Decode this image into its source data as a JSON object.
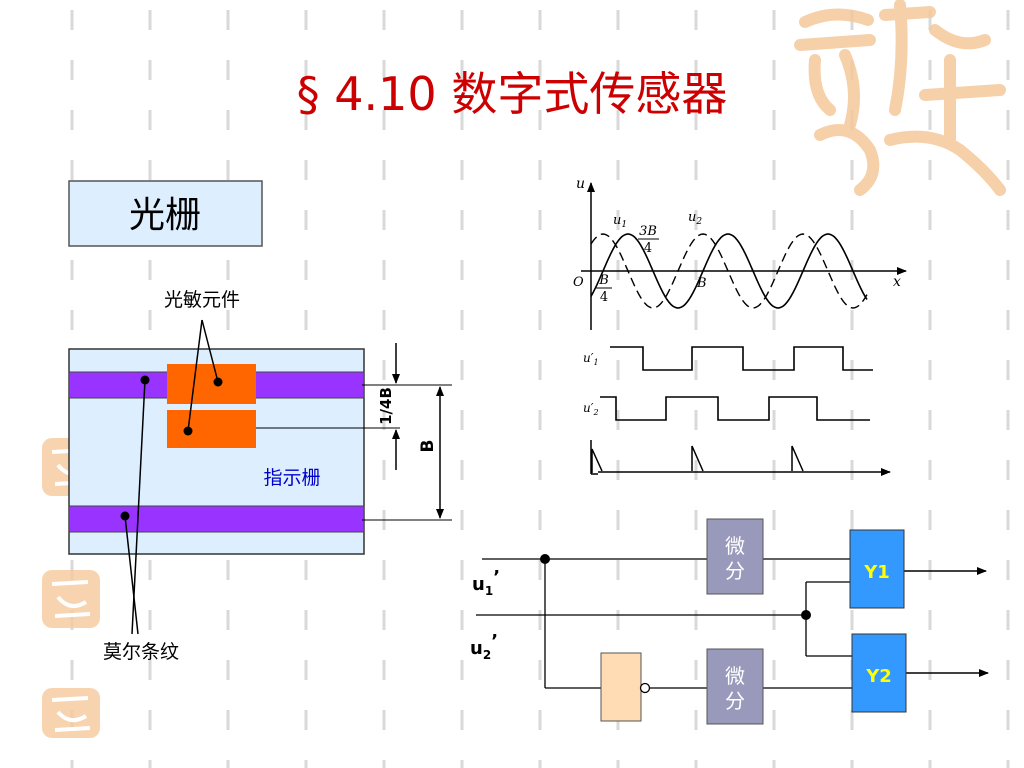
{
  "title": "§ 4.10 数字式传感器",
  "left": {
    "heading": "光栅",
    "sensor_label": "光敏元件",
    "grating_label": "指示栅",
    "moire_label": "莫尔条纹",
    "quarter_label": "1/4B",
    "pitch_label": "B"
  },
  "waveform": {
    "axis_u": "u",
    "axis_x": "x",
    "origin": "O",
    "u1": "u",
    "u1_sub": "1",
    "u2": "u",
    "u2_sub": "2",
    "frac_3b_num": "3B",
    "frac_den": "4",
    "frac_b_num": "B",
    "b_label": "B",
    "u1p": "u′",
    "u1p_sub": "1",
    "u2p": "u′",
    "u2p_sub": "2"
  },
  "circuit": {
    "u1": "u",
    "u1_sub": "1",
    "u2": "u",
    "u2_sub": "2",
    "prime": "’",
    "diff1_a": "微",
    "diff1_b": "分",
    "diff2_a": "微",
    "diff2_b": "分",
    "y1": "Y1",
    "y2": "Y2"
  },
  "colors": {
    "title": "#cc0000",
    "purple": "#9933ff",
    "orange": "#ff6600",
    "grating_bg": "#ddeeff",
    "heading_bg": "#ddeeff",
    "blue_label": "#0000cc",
    "diff_box": "#9999bb",
    "diff_text": "#ffffff",
    "y_box": "#3399ff",
    "y_text": "#ffff00",
    "not_box": "#ffdcb4",
    "seal": "#f5c89b"
  }
}
